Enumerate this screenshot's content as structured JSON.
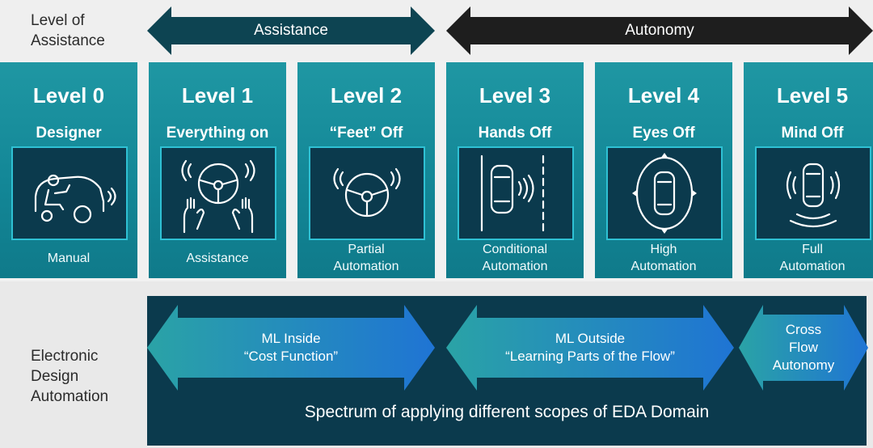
{
  "row_labels": {
    "level_of_assistance": "Level of\nAssistance",
    "eda": "Electronic\nDesign\nAutomation"
  },
  "top_arrows": [
    {
      "label": "Assistance",
      "color": "#0d4452"
    },
    {
      "label": "Autonomy",
      "color": "#1e1e1e"
    }
  ],
  "levels": [
    {
      "level": "Level 0",
      "name": "Designer",
      "desc": "Manual",
      "icon": "driver-car-icon"
    },
    {
      "level": "Level 1",
      "name": "Everything on",
      "desc": "Assistance",
      "icon": "hands-on-wheel-icon"
    },
    {
      "level": "Level 2",
      "name": "“Feet” Off",
      "desc": "Partial\nAutomation",
      "icon": "steering-wheel-icon"
    },
    {
      "level": "Level 3",
      "name": "Hands Off",
      "desc": "Conditional\nAutomation",
      "icon": "car-in-lane-icon"
    },
    {
      "level": "Level 4",
      "name": "Eyes Off",
      "desc": "High\nAutomation",
      "icon": "car-radar-icon"
    },
    {
      "level": "Level 5",
      "name": "Mind Off",
      "desc": "Full\nAutomation",
      "icon": "autonomous-car-icon"
    }
  ],
  "eda_arrows": [
    {
      "label": "ML Inside\n“Cost Function”"
    },
    {
      "label": "ML Outside\n“Learning Parts of the Flow”"
    },
    {
      "label": "Cross\nFlow\nAutonomy"
    }
  ],
  "spectrum_text": "Spectrum of applying different scopes of EDA Domain",
  "colors": {
    "card_teal": "#138797",
    "panel_navy": "#0b3a4d",
    "panel_border": "#2fc1d4",
    "eda_arrow_start": "#2aa3a6",
    "eda_arrow_end": "#1f74d4"
  }
}
